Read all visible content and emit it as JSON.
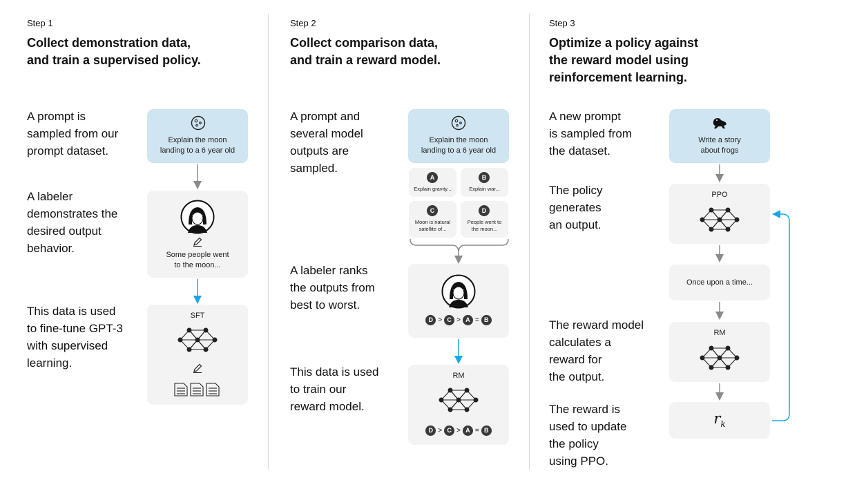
{
  "colors": {
    "blue_box": "#cfe5f1",
    "gray_box": "#f3f3f3",
    "arrow_gray": "#8a8a8a",
    "arrow_blue": "#1ea5e8",
    "dark_circle": "#3a3a3a"
  },
  "step1": {
    "label": "Step 1",
    "title": "Collect demonstration data,\nand train a supervised policy.",
    "desc1": "A prompt is\nsampled from our\nprompt dataset.",
    "desc2": "A labeler\ndemonstrates the\ndesired output\nbehavior.",
    "desc3": "This data is used\nto fine-tune GPT-3\nwith supervised\nlearning.",
    "prompt_icon": "moon-icon",
    "prompt_text": "Explain the moon\nlanding to a 6 year old",
    "labeler_icon": "labeler-avatar-icon",
    "pencil_icon": "pencil-icon",
    "output_text": "Some people went\nto the moon...",
    "model_label": "SFT",
    "network_icon": "neural-network-icon",
    "docs_icon": "documents-icon"
  },
  "step2": {
    "label": "Step 2",
    "title": "Collect comparison data,\nand train a reward model.",
    "desc1": "A prompt and\nseveral model\noutputs are\nsampled.",
    "desc2": "A labeler ranks\nthe outputs from\nbest to worst.",
    "desc3": "This data is used\nto train our\nreward model.",
    "prompt_text": "Explain the moon\nlanding to a 6 year old",
    "outputs": [
      {
        "letter": "A",
        "text": "Explain gravity..."
      },
      {
        "letter": "B",
        "text": "Explain war..."
      },
      {
        "letter": "C",
        "text": "Moon is natural\nsatellite of..."
      },
      {
        "letter": "D",
        "text": "People went to\nthe moon..."
      }
    ],
    "ranking": [
      "D",
      ">",
      "C",
      ">",
      "A",
      "=",
      "B"
    ],
    "model_label": "RM"
  },
  "step3": {
    "label": "Step 3",
    "title": "Optimize a policy against\nthe reward model using\nreinforcement learning.",
    "desc1": "A new prompt\nis sampled from\nthe dataset.",
    "desc2": "The policy\ngenerates\nan output.",
    "desc3": "The reward model\ncalculates a\nreward for\nthe output.",
    "desc4": "The reward is\nused to update\nthe policy\nusing PPO.",
    "prompt_icon": "frog-icon",
    "prompt_text": "Write a story\nabout frogs",
    "policy_label": "PPO",
    "output_text": "Once upon a time...",
    "rm_label": "RM",
    "reward_symbol": "r",
    "reward_subscript": "k"
  }
}
